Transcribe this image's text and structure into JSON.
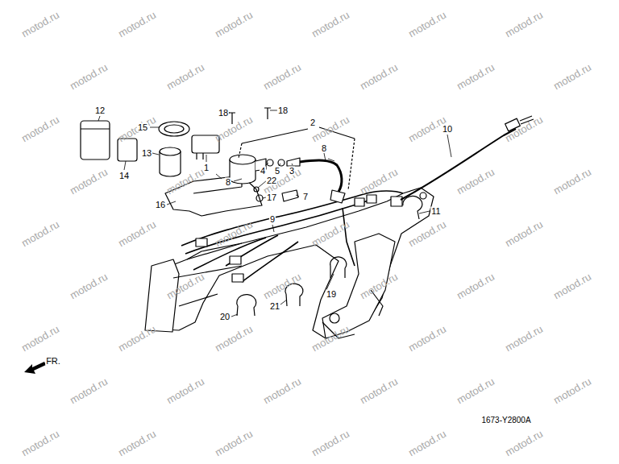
{
  "diagram": {
    "labels": [
      "12",
      "15",
      "13",
      "14",
      "18",
      "18",
      "2",
      "10",
      "1",
      "8",
      "4",
      "5",
      "3",
      "22",
      "8",
      "17",
      "7",
      "16",
      "9",
      "11",
      "19",
      "20",
      "21",
      "FR.",
      "1673-Y2800A",
      "motod.ru",
      "motod.ru",
      "motod.ru",
      "motod.ru",
      "motod.ru",
      "motod.ru",
      "motod.ru",
      "motod.ru",
      "motod.ru",
      "motod.ru",
      "motod.ru",
      "motod.ru",
      "motod.ru",
      "motod.ru",
      "motod.ru",
      "motod.ru",
      "motod.ru",
      "motod.ru",
      "motod.ru",
      "motod.ru",
      "motod.ru",
      "motod.ru",
      "motod.ru",
      "motod.ru",
      "motod.ru",
      "motod.ru",
      "motod.ru",
      "motod.ru",
      "motod.ru",
      "motod.ru",
      "motod.ru",
      "motod.ru",
      "motod.ru",
      "motod.ru",
      "motod.ru",
      "motod.ru",
      "motod.ru",
      "motod.ru",
      "motod.ru",
      "motod.ru",
      "motod.ru",
      "motod.ru",
      "motod.ru",
      "motod.ru",
      "motod.ru",
      "motod.ru",
      "motod.ru",
      "motod.ru",
      "motod.ru",
      "motod.ru",
      "motod.ru",
      "motod.ru",
      "motod.ru",
      "motod.ru"
    ]
  }
}
